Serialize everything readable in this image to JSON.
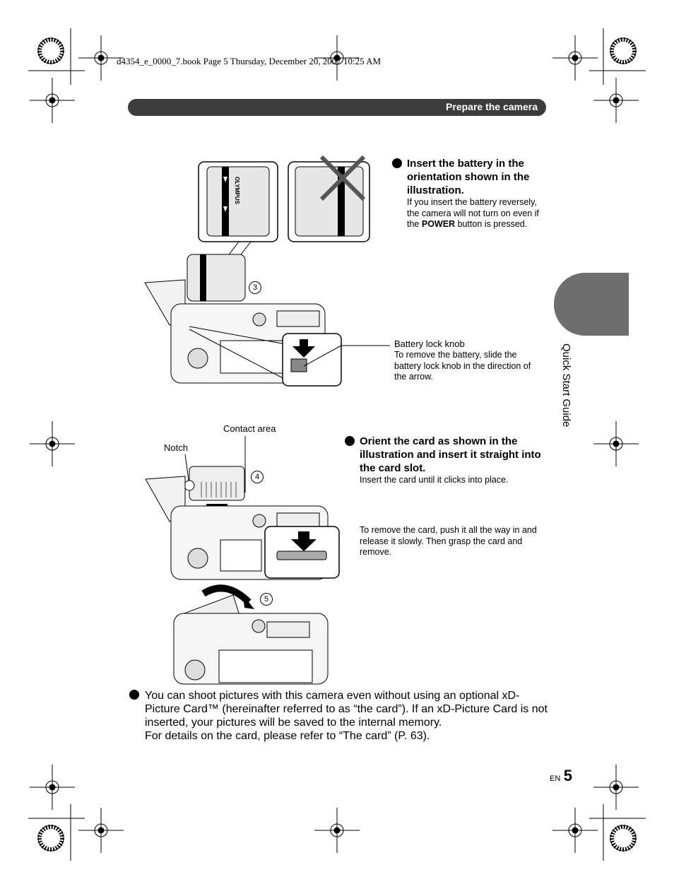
{
  "header": {
    "book_line": "d4354_e_0000_7.book  Page 5  Thursday, December 20, 2007  10:25 AM"
  },
  "section": {
    "title": "Prepare the camera"
  },
  "side_tab": {
    "label": "Quick Start Guide"
  },
  "battery": {
    "heading": "Insert the battery in the orientation shown in the illustration.",
    "note_before": "If you insert the battery reversely, the camera will not turn on even if the ",
    "note_button": "POWER",
    "note_after": " button is pressed.",
    "battery_brand": "OLYMPUS",
    "step_number": "3",
    "lock_knob_label": "Battery lock knob",
    "lock_knob_note": "To remove the battery, slide the battery lock knob in the direction of the arrow."
  },
  "card": {
    "heading": "Orient the card as shown in the illustration and insert it straight into the card slot.",
    "note": "Insert the card until it clicks into place.",
    "contact_area_label": "Contact area",
    "notch_label": "Notch",
    "step_number": "4",
    "remove_note": "To remove the card, push it all the way in and release it slowly. Then grasp the card and remove.",
    "close_step_number": "5"
  },
  "bottom_note": {
    "line1": "You can shoot pictures with this camera even without using an optional xD-Picture Card™ (hereinafter referred to as “the card”). If an xD-Picture Card is not inserted, your pictures will be saved to the internal memory.",
    "line2": "For details on the card, please refer to “The card” (P. 63)."
  },
  "page_number": {
    "lang": "EN",
    "number": "5"
  }
}
